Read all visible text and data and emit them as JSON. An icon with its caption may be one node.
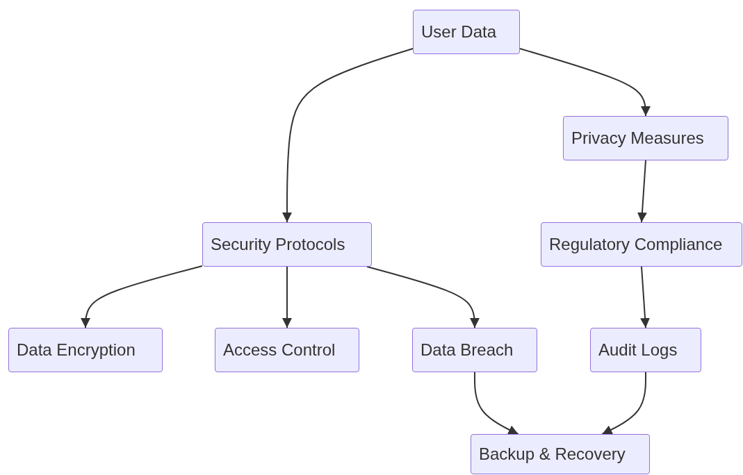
{
  "diagram": {
    "nodes": [
      {
        "text": [
          "User Data"
        ]
      },
      {
        "text": [
          "Privacy Measures"
        ]
      },
      {
        "text": [
          "Security Protocols"
        ]
      },
      {
        "text": [
          "Regulatory Compliance"
        ]
      },
      {
        "text": [
          "Data Encryption"
        ]
      },
      {
        "text": [
          "Access Control"
        ]
      },
      {
        "text": [
          "Data Breach"
        ]
      },
      {
        "text": [
          "Audit Logs"
        ]
      },
      {
        "text": [
          "Backup & Recovery"
        ]
      }
    ],
    "edges": [
      {
        "from": 0,
        "to": 2,
        "arrow": "to"
      },
      {
        "from": 0,
        "to": 1,
        "arrow": "to"
      },
      {
        "from": 1,
        "to": 3,
        "arrow": "to"
      },
      {
        "from": 2,
        "to": 4,
        "arrow": "to"
      },
      {
        "from": 2,
        "to": 5,
        "arrow": "to"
      },
      {
        "from": 2,
        "to": 6,
        "arrow": "to"
      },
      {
        "from": 3,
        "to": 7,
        "arrow": "to"
      },
      {
        "from": 6,
        "to": 8,
        "arrow": "to"
      },
      {
        "from": 7,
        "to": 8,
        "arrow": "to"
      }
    ]
  }
}
